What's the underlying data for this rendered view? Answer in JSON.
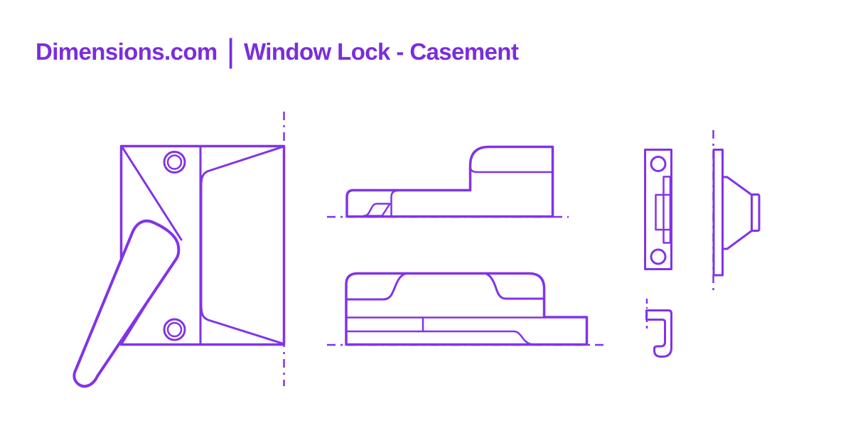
{
  "header": {
    "brand": "Dimensions.com",
    "separator": "|",
    "page_title": "Window Lock - Casement"
  },
  "colors": {
    "title_color": "#7a2edb",
    "line_color": "#8233e8",
    "background": "#ffffff"
  },
  "drawing_views": {
    "front_view": "casement-lock-front-view",
    "top_profile": "lock-side-profile-upper",
    "bottom_profile": "lock-side-profile-lower",
    "strike_front": "strike-plate-front-view",
    "strike_side": "strike-plate-side-view",
    "keeper_hook": "keeper-hook-profile"
  }
}
